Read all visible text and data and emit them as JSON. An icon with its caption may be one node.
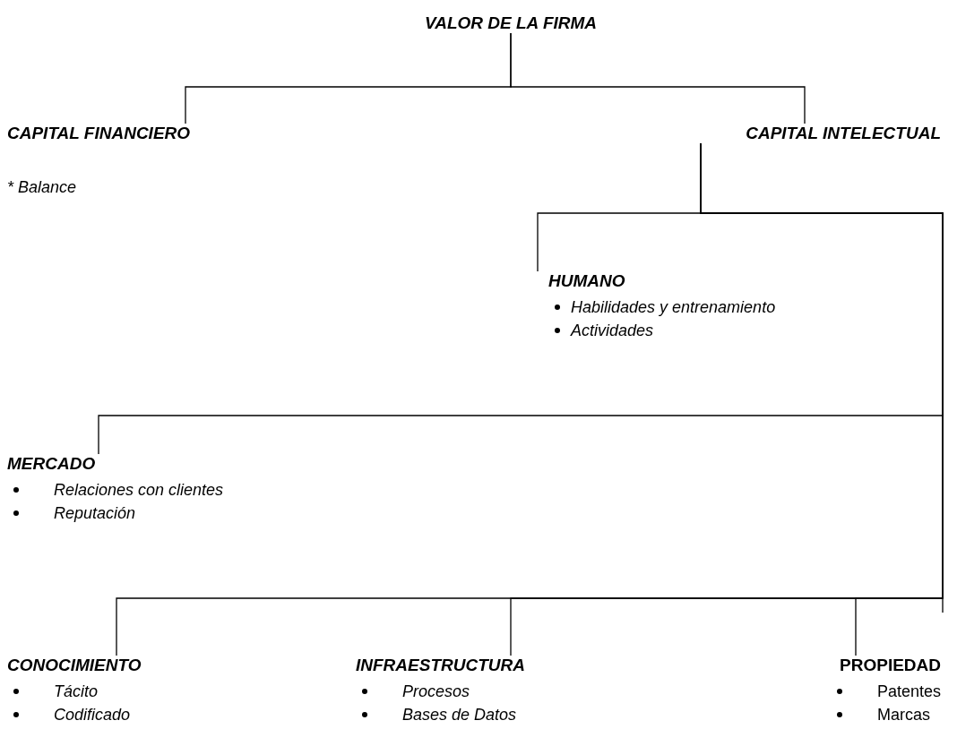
{
  "diagram": {
    "nodes": [
      {
        "text": [
          "VALOR DE LA FIRMA"
        ]
      },
      {
        "text": [
          "CAPITAL FINANCIERO",
          "* Balance"
        ]
      },
      {
        "text": [
          "CAPITAL INTELECTUAL"
        ]
      },
      {
        "text": [
          "HUMANO",
          "Habilidades y entrenamiento",
          "Actividades"
        ]
      },
      {
        "text": [
          "MERCADO",
          "Relaciones con clientes",
          "Reputación"
        ]
      },
      {
        "text": [
          "CONOCIMIENTO",
          "Tácito",
          "Codificado"
        ]
      },
      {
        "text": [
          "INFRAESTRUCTURA",
          "Procesos",
          "Bases de Datos"
        ]
      },
      {
        "text": [
          "PROPIEDAD",
          "Patentes",
          "Marcas"
        ]
      }
    ],
    "edges": [
      {
        "from": 0,
        "to": 1,
        "arrow": "none"
      },
      {
        "from": 0,
        "to": 2,
        "arrow": "none"
      },
      {
        "from": 2,
        "to": 3,
        "arrow": "none"
      },
      {
        "from": 2,
        "to": 4,
        "arrow": "none"
      },
      {
        "from": 2,
        "to": 5,
        "arrow": "none"
      },
      {
        "from": 2,
        "to": 6,
        "arrow": "none"
      },
      {
        "from": 2,
        "to": 7,
        "arrow": "none"
      }
    ]
  }
}
